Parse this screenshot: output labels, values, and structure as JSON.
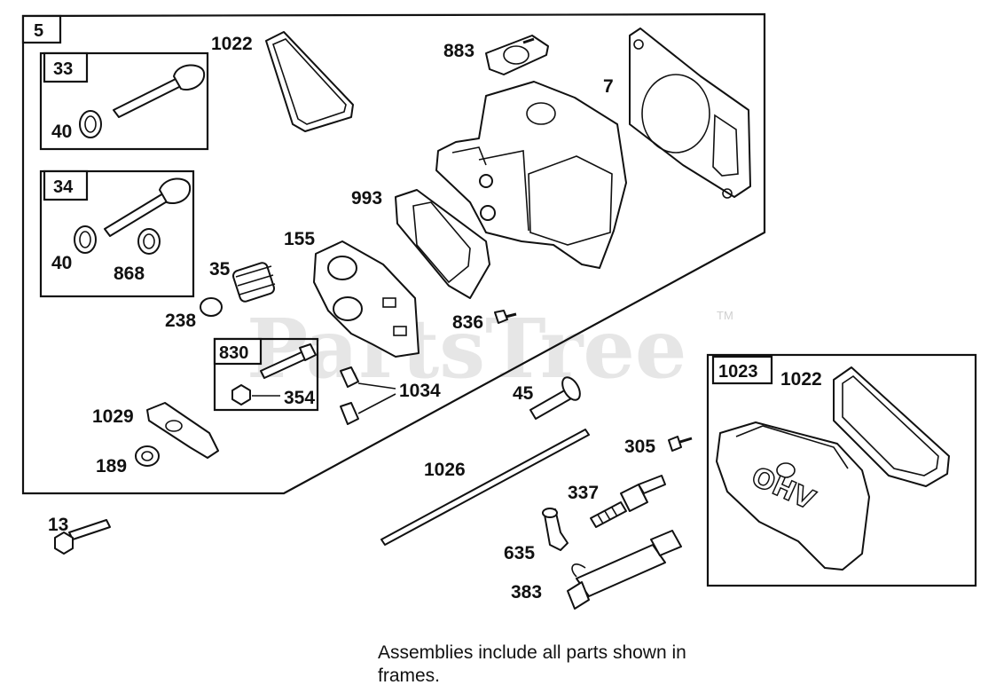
{
  "watermark": {
    "text": "PartsTree",
    "trademark": "TM"
  },
  "main_frame_label": "5",
  "subassemblies": [
    {
      "label": "33"
    },
    {
      "label": "34"
    },
    {
      "label": "830"
    },
    {
      "label": "1023"
    }
  ],
  "callouts": {
    "p1022a": "1022",
    "p883": "883",
    "p7": "7",
    "p40a": "40",
    "p40b": "40",
    "p868": "868",
    "p993": "993",
    "p155": "155",
    "p35": "35",
    "p238": "238",
    "p836": "836",
    "p354": "354",
    "p1034": "1034",
    "p1029": "1029",
    "p189": "189",
    "p45": "45",
    "p305": "305",
    "p1026": "1026",
    "p337": "337",
    "p635": "635",
    "p383": "383",
    "p13": "13",
    "p1022b": "1022"
  },
  "cover_marking": "OHV",
  "footnote": {
    "line1": "Assemblies include all parts shown in",
    "line2": "frames."
  }
}
